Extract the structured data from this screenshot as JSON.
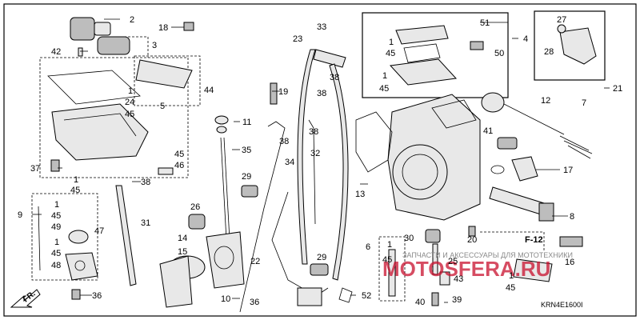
{
  "diagram_code": "KRN4E1600I",
  "figure_tag": "F-12",
  "front_marker": "FR.",
  "watermark": {
    "caption": "ЗАПЧАСТИ И АКСЕССУАРЫ ДЛЯ МОТОТЕХНИКИ",
    "brand": "MOTOSFERA.RU"
  },
  "callouts": [
    {
      "id": "c2",
      "text": "2"
    },
    {
      "id": "c3",
      "text": "3"
    },
    {
      "id": "c42",
      "text": "42"
    },
    {
      "id": "c1a",
      "text": "1"
    },
    {
      "id": "c24",
      "text": "24"
    },
    {
      "id": "c45a",
      "text": "45"
    },
    {
      "id": "c5",
      "text": "5"
    },
    {
      "id": "c44",
      "text": "44"
    },
    {
      "id": "c18",
      "text": "18"
    },
    {
      "id": "c37",
      "text": "37"
    },
    {
      "id": "c1b",
      "text": "1"
    },
    {
      "id": "c45b",
      "text": "45"
    },
    {
      "id": "c38a",
      "text": "38"
    },
    {
      "id": "c9",
      "text": "9"
    },
    {
      "id": "c1c",
      "text": "1"
    },
    {
      "id": "c45c",
      "text": "45"
    },
    {
      "id": "c49",
      "text": "49"
    },
    {
      "id": "c47",
      "text": "47"
    },
    {
      "id": "c1d",
      "text": "1"
    },
    {
      "id": "c45d",
      "text": "45"
    },
    {
      "id": "c48",
      "text": "48"
    },
    {
      "id": "c31",
      "text": "31"
    },
    {
      "id": "c36a",
      "text": "36"
    },
    {
      "id": "c45e",
      "text": "45"
    },
    {
      "id": "c46",
      "text": "46"
    },
    {
      "id": "c11",
      "text": "11"
    },
    {
      "id": "c35",
      "text": "35"
    },
    {
      "id": "c29a",
      "text": "29"
    },
    {
      "id": "c26",
      "text": "26"
    },
    {
      "id": "c14",
      "text": "14"
    },
    {
      "id": "c15",
      "text": "15"
    },
    {
      "id": "c22",
      "text": "22"
    },
    {
      "id": "c10",
      "text": "10"
    },
    {
      "id": "c36b",
      "text": "36"
    },
    {
      "id": "c19",
      "text": "19"
    },
    {
      "id": "c23",
      "text": "23"
    },
    {
      "id": "c33",
      "text": "33"
    },
    {
      "id": "c38b",
      "text": "38"
    },
    {
      "id": "c38c",
      "text": "38"
    },
    {
      "id": "c38d",
      "text": "38"
    },
    {
      "id": "c38e",
      "text": "38"
    },
    {
      "id": "c32",
      "text": "32"
    },
    {
      "id": "c34",
      "text": "34"
    },
    {
      "id": "c29b",
      "text": "29"
    },
    {
      "id": "c52",
      "text": "52"
    },
    {
      "id": "c51",
      "text": "51"
    },
    {
      "id": "c1e",
      "text": "1"
    },
    {
      "id": "c45f",
      "text": "45"
    },
    {
      "id": "c1f",
      "text": "1"
    },
    {
      "id": "c45g",
      "text": "45"
    },
    {
      "id": "c50",
      "text": "50"
    },
    {
      "id": "c4",
      "text": "4"
    },
    {
      "id": "c27",
      "text": "27"
    },
    {
      "id": "c28",
      "text": "28"
    },
    {
      "id": "c7",
      "text": "7"
    },
    {
      "id": "c21",
      "text": "21"
    },
    {
      "id": "c12",
      "text": "12"
    },
    {
      "id": "c41",
      "text": "41"
    },
    {
      "id": "c17",
      "text": "17"
    },
    {
      "id": "c13",
      "text": "13"
    },
    {
      "id": "c8",
      "text": "8"
    },
    {
      "id": "c30",
      "text": "30"
    },
    {
      "id": "c20",
      "text": "20"
    },
    {
      "id": "c6",
      "text": "6"
    },
    {
      "id": "c1g",
      "text": "1"
    },
    {
      "id": "c45h",
      "text": "45"
    },
    {
      "id": "c25",
      "text": "25"
    },
    {
      "id": "c43",
      "text": "43"
    },
    {
      "id": "c40",
      "text": "40"
    },
    {
      "id": "c39",
      "text": "39"
    },
    {
      "id": "c1h",
      "text": "1"
    },
    {
      "id": "c45i",
      "text": "45"
    },
    {
      "id": "c16",
      "text": "16"
    }
  ]
}
